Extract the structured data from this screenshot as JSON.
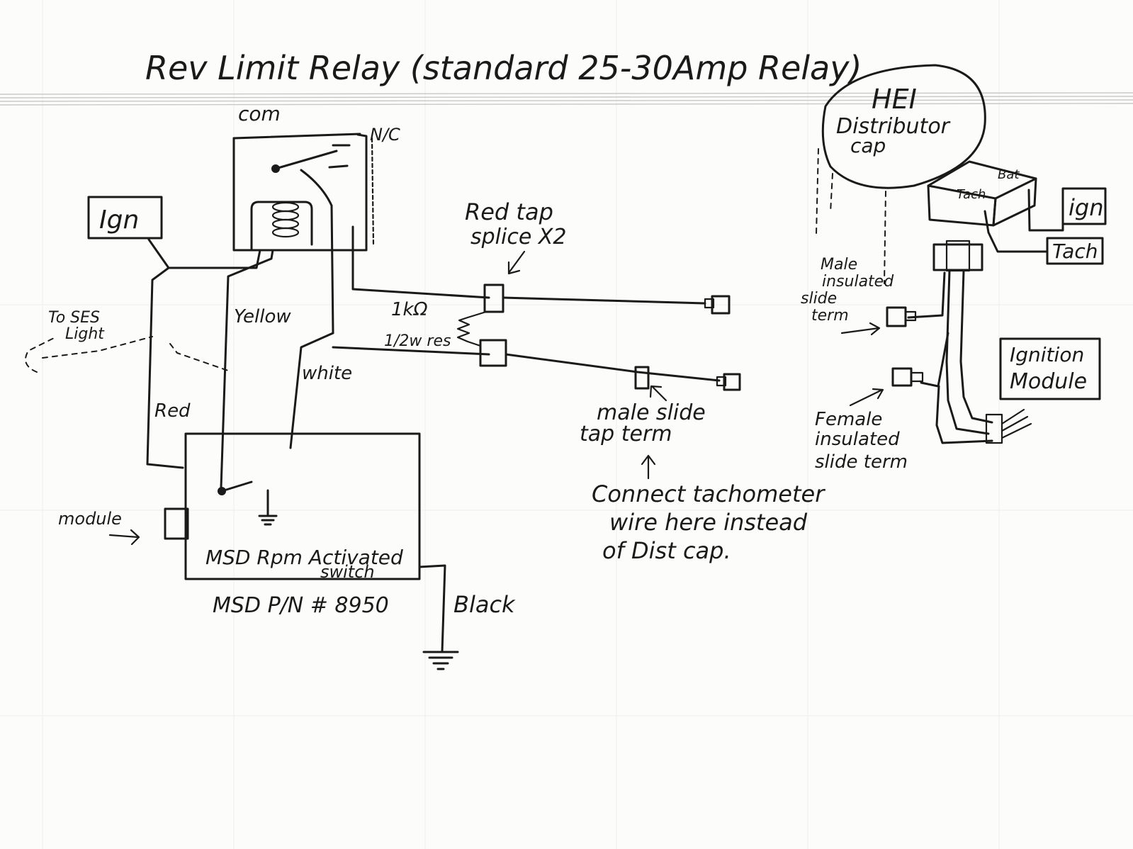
{
  "title": "Rev Limit Relay (standard 25-30Amp Relay)",
  "relay": {
    "com_label": "com",
    "nc_label": "N/C"
  },
  "ign_left": "Ign",
  "to_ses_light": [
    "To SES",
    "Light"
  ],
  "wires": {
    "yellow": "Yellow",
    "red": "Red",
    "white": "white",
    "black": "Black"
  },
  "red_tap_splice": [
    "Red tap",
    "splice X2"
  ],
  "resistor": [
    "1kΩ",
    "1/2w res"
  ],
  "msd_switch": {
    "module_label": "module",
    "name_line1": "MSD Rpm  Activated",
    "name_line2": "switch",
    "part_number": "MSD P/N # 8950"
  },
  "male_slide_tap_term": [
    "male slide",
    "tap term"
  ],
  "note": [
    "Connect tachometer",
    "wire here instead",
    "of Dist cap."
  ],
  "hei_cap": [
    "HEI",
    "Distributor",
    "cap"
  ],
  "cap_terminals": {
    "bat": "Bat",
    "tach": "Tach"
  },
  "ign_right": "ign",
  "tach_box": "Tach",
  "male_insulated": [
    "Male",
    "insulated",
    "slide",
    "term"
  ],
  "female_insulated": [
    "Female",
    "insulated",
    "slide term"
  ],
  "ignition_module": [
    "Ignition",
    "Module"
  ],
  "colors": {
    "ink": "#1a1a1a",
    "paper": "#fcfcfb",
    "rule_lines": "#c9c9c9"
  }
}
